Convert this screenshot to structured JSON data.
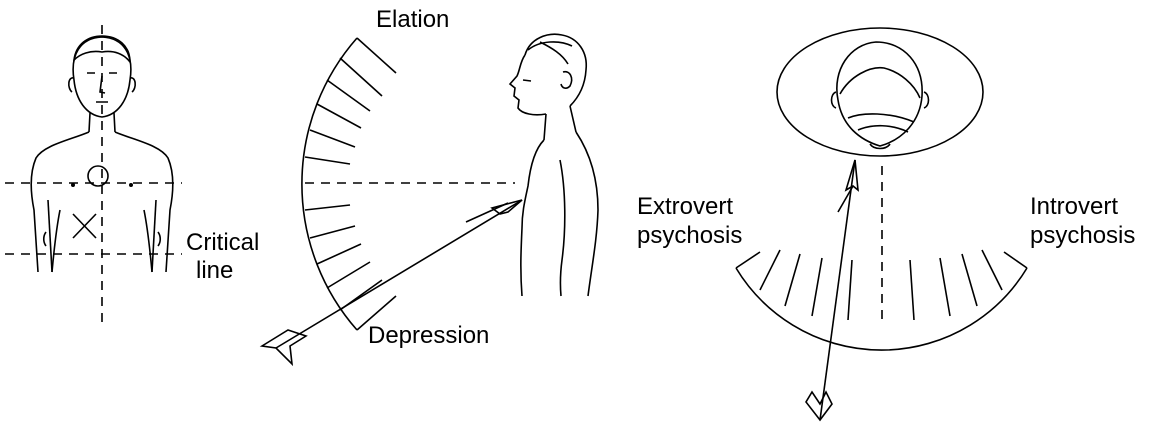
{
  "labels": {
    "critical_line_1": "Critical",
    "critical_line_2": "line",
    "elation": "Elation",
    "depression": "Depression",
    "extrovert_1": "Extrovert",
    "extrovert_2": "psychosis",
    "introvert_1": "Introvert",
    "introvert_2": "psychosis"
  },
  "icons": [
    "front-body-figure",
    "side-profile-figure",
    "top-head-figure",
    "arrow-icon"
  ],
  "colors": {
    "ink": "#000000",
    "background": "#ffffff"
  }
}
